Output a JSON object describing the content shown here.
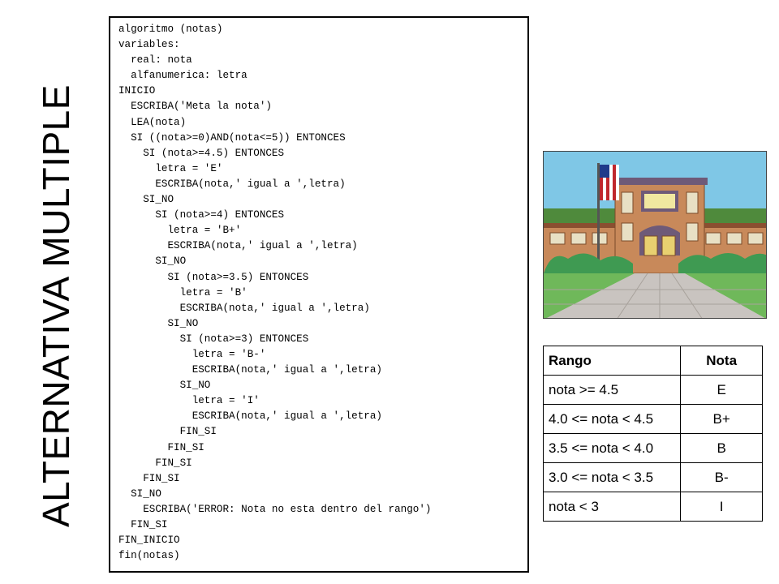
{
  "title": "ALTERNATIVA MULTIPLE",
  "code": "algoritmo (notas)\nvariables:\n  real: nota\n  alfanumerica: letra\nINICIO\n  ESCRIBA('Meta la nota')\n  LEA(nota)\n  SI ((nota>=0)AND(nota<=5)) ENTONCES\n    SI (nota>=4.5) ENTONCES\n      letra = 'E'\n      ESCRIBA(nota,' igual a ',letra)\n    SI_NO\n      SI (nota>=4) ENTONCES\n        letra = 'B+'\n        ESCRIBA(nota,' igual a ',letra)\n      SI_NO\n        SI (nota>=3.5) ENTONCES\n          letra = 'B'\n          ESCRIBA(nota,' igual a ',letra)\n        SI_NO\n          SI (nota>=3) ENTONCES\n            letra = 'B-'\n            ESCRIBA(nota,' igual a ',letra)\n          SI_NO\n            letra = 'I'\n            ESCRIBA(nota,' igual a ',letra)\n          FIN_SI\n        FIN_SI\n      FIN_SI\n    FIN_SI\n  SI_NO\n    ESCRIBA('ERROR: Nota no esta dentro del rango')\n  FIN_SI\nFIN_INICIO\nfin(notas)",
  "table": {
    "headers": [
      "Rango",
      "Nota"
    ],
    "rows": [
      [
        "nota >= 4.5",
        "E"
      ],
      [
        "4.0 <= nota < 4.5",
        "B+"
      ],
      [
        "3.5 <= nota < 4.0",
        "B"
      ],
      [
        "3.0 <= nota < 3.5",
        "B-"
      ],
      [
        "nota < 3",
        "I"
      ]
    ]
  },
  "image": {
    "subject": "school-building-illustration",
    "colors": {
      "sky": "#7fc7e6",
      "building": "#c8895a",
      "roof": "#6e5a78",
      "hedge": "#3f9a52",
      "path": "#c9c4c0"
    }
  }
}
